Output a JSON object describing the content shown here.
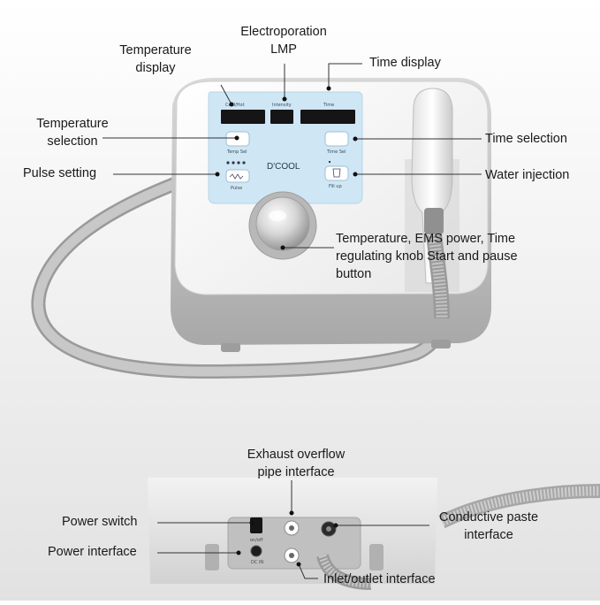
{
  "labels": {
    "temperature_display": [
      "Temperature",
      "display"
    ],
    "electroporation_lmp": [
      "Electroporation",
      "LMP"
    ],
    "time_display": "Time display",
    "temperature_selection": [
      "Temperature",
      "selection"
    ],
    "time_selection": "Time selection",
    "pulse_setting": "Pulse setting",
    "water_injection": "Water injection",
    "knob": [
      "Temperature, EMS power, Time",
      "regulating knob Start and pause",
      "button"
    ],
    "exhaust_overflow": [
      "Exhaust overflow",
      "pipe interface"
    ],
    "power_switch": "Power switch",
    "power_interface": "Power interface",
    "conductive_paste": [
      "Conductive paste",
      "interface"
    ],
    "inlet_outlet": "Inlet/outlet interface"
  },
  "device": {
    "brand": "D'COOL",
    "panel_cold_hot": "Cold/Hot",
    "panel_intensity": "Intensity",
    "panel_time": "Time",
    "btn_temp_sel": "Temp Sel",
    "btn_time_sel": "Time Sel",
    "btn_pulse": "Pulse",
    "btn_fill_up": "Fill up",
    "rear_on_off": "on/off",
    "rear_power": "DC IN"
  },
  "colors": {
    "background": "#e9e9e9",
    "device_body": "#f4f4f4",
    "panel_blue": "#cfe6f5",
    "display_black": "#151515",
    "hose_gray": "#a9a9a9",
    "leader_line": "#333333"
  }
}
